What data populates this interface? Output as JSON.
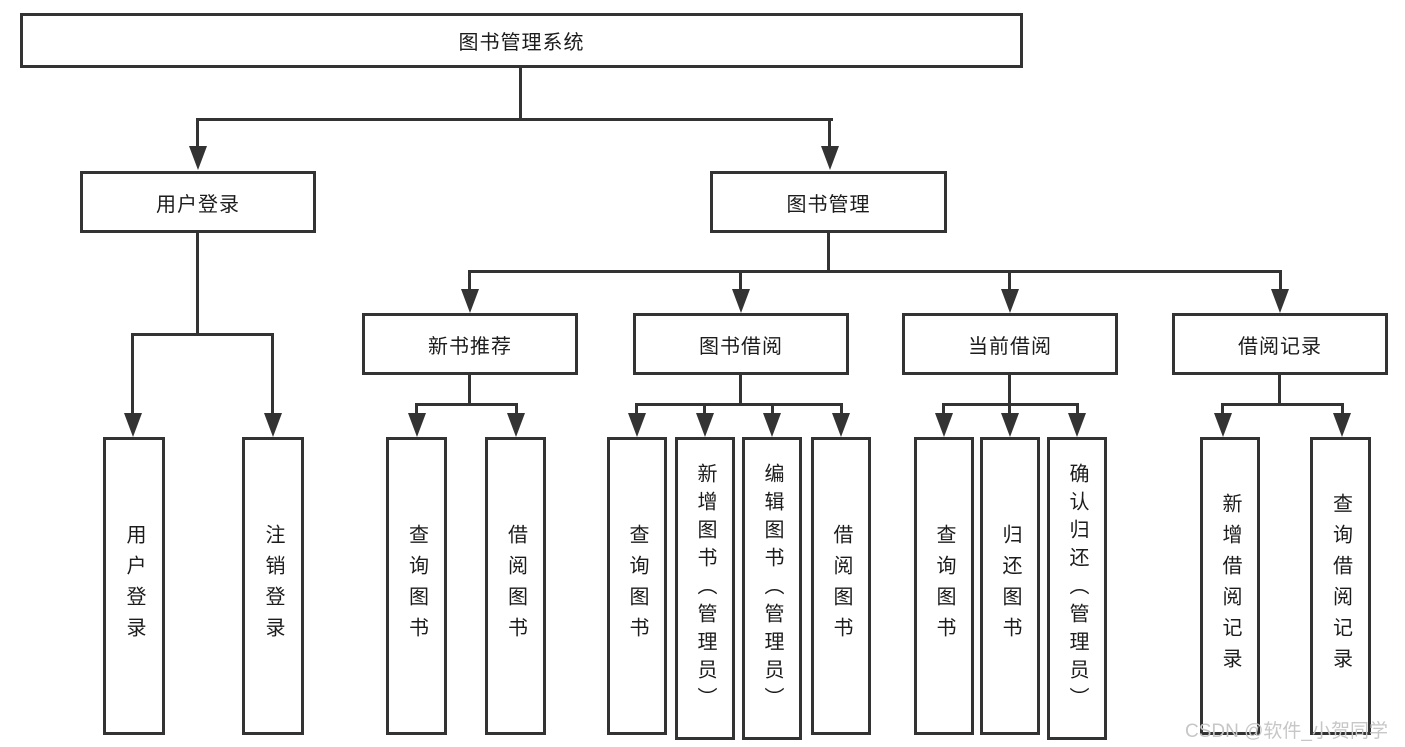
{
  "root": {
    "label": "图书管理系统"
  },
  "level2": [
    {
      "label": "用户登录"
    },
    {
      "label": "图书管理"
    }
  ],
  "level3": [
    {
      "label": "新书推荐"
    },
    {
      "label": "图书借阅"
    },
    {
      "label": "当前借阅"
    },
    {
      "label": "借阅记录"
    }
  ],
  "level4": [
    {
      "label": "用户登录"
    },
    {
      "label": "注销登录"
    },
    {
      "label": "查询图书"
    },
    {
      "label": "借阅图书"
    },
    {
      "label": "查询图书"
    },
    {
      "label": "新增图书（管理员）"
    },
    {
      "label": "编辑图书（管理员）"
    },
    {
      "label": "借阅图书"
    },
    {
      "label": "查询图书"
    },
    {
      "label": "归还图书"
    },
    {
      "label": "确认归还（管理员）"
    },
    {
      "label": "新增借阅记录"
    },
    {
      "label": "查询借阅记录"
    }
  ],
  "watermark": "CSDN @软件_小贺同学",
  "colors": {
    "line": "#333333",
    "text": "#1c1c1c",
    "watermark": "#c7c7c7",
    "background": "#ffffff"
  }
}
